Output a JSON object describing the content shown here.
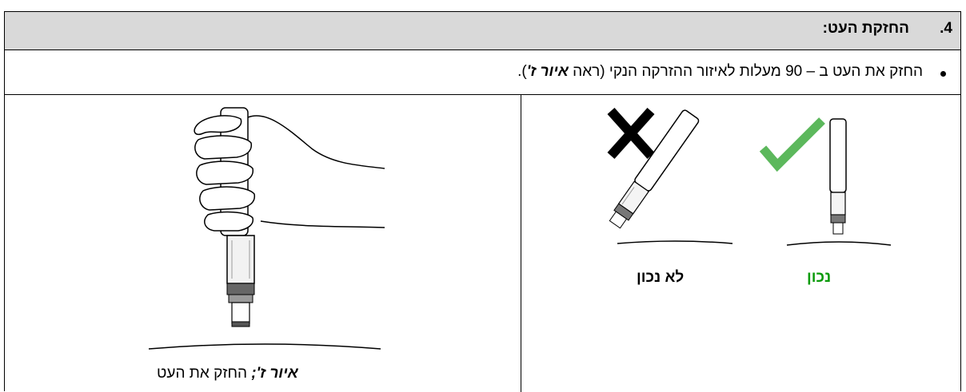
{
  "section": {
    "number": ".4",
    "title": "החזקת העט:"
  },
  "instruction": {
    "text_before": "החזק את העט ב – 90 מעלות לאיזור ההזרקה הנקי (ראה ",
    "figure_ref": "איור ז'",
    "text_after": ")."
  },
  "examples": {
    "correct_label": "נכון",
    "incorrect_label": "לא נכון",
    "correct_color": "#0a9a0a",
    "check_color": "#5cb85c"
  },
  "figure": {
    "caption_ref": "איור ז';",
    "caption_text": " החזק את העט"
  },
  "icons": {
    "correct": "checkmark-icon",
    "incorrect": "x-mark-icon"
  }
}
